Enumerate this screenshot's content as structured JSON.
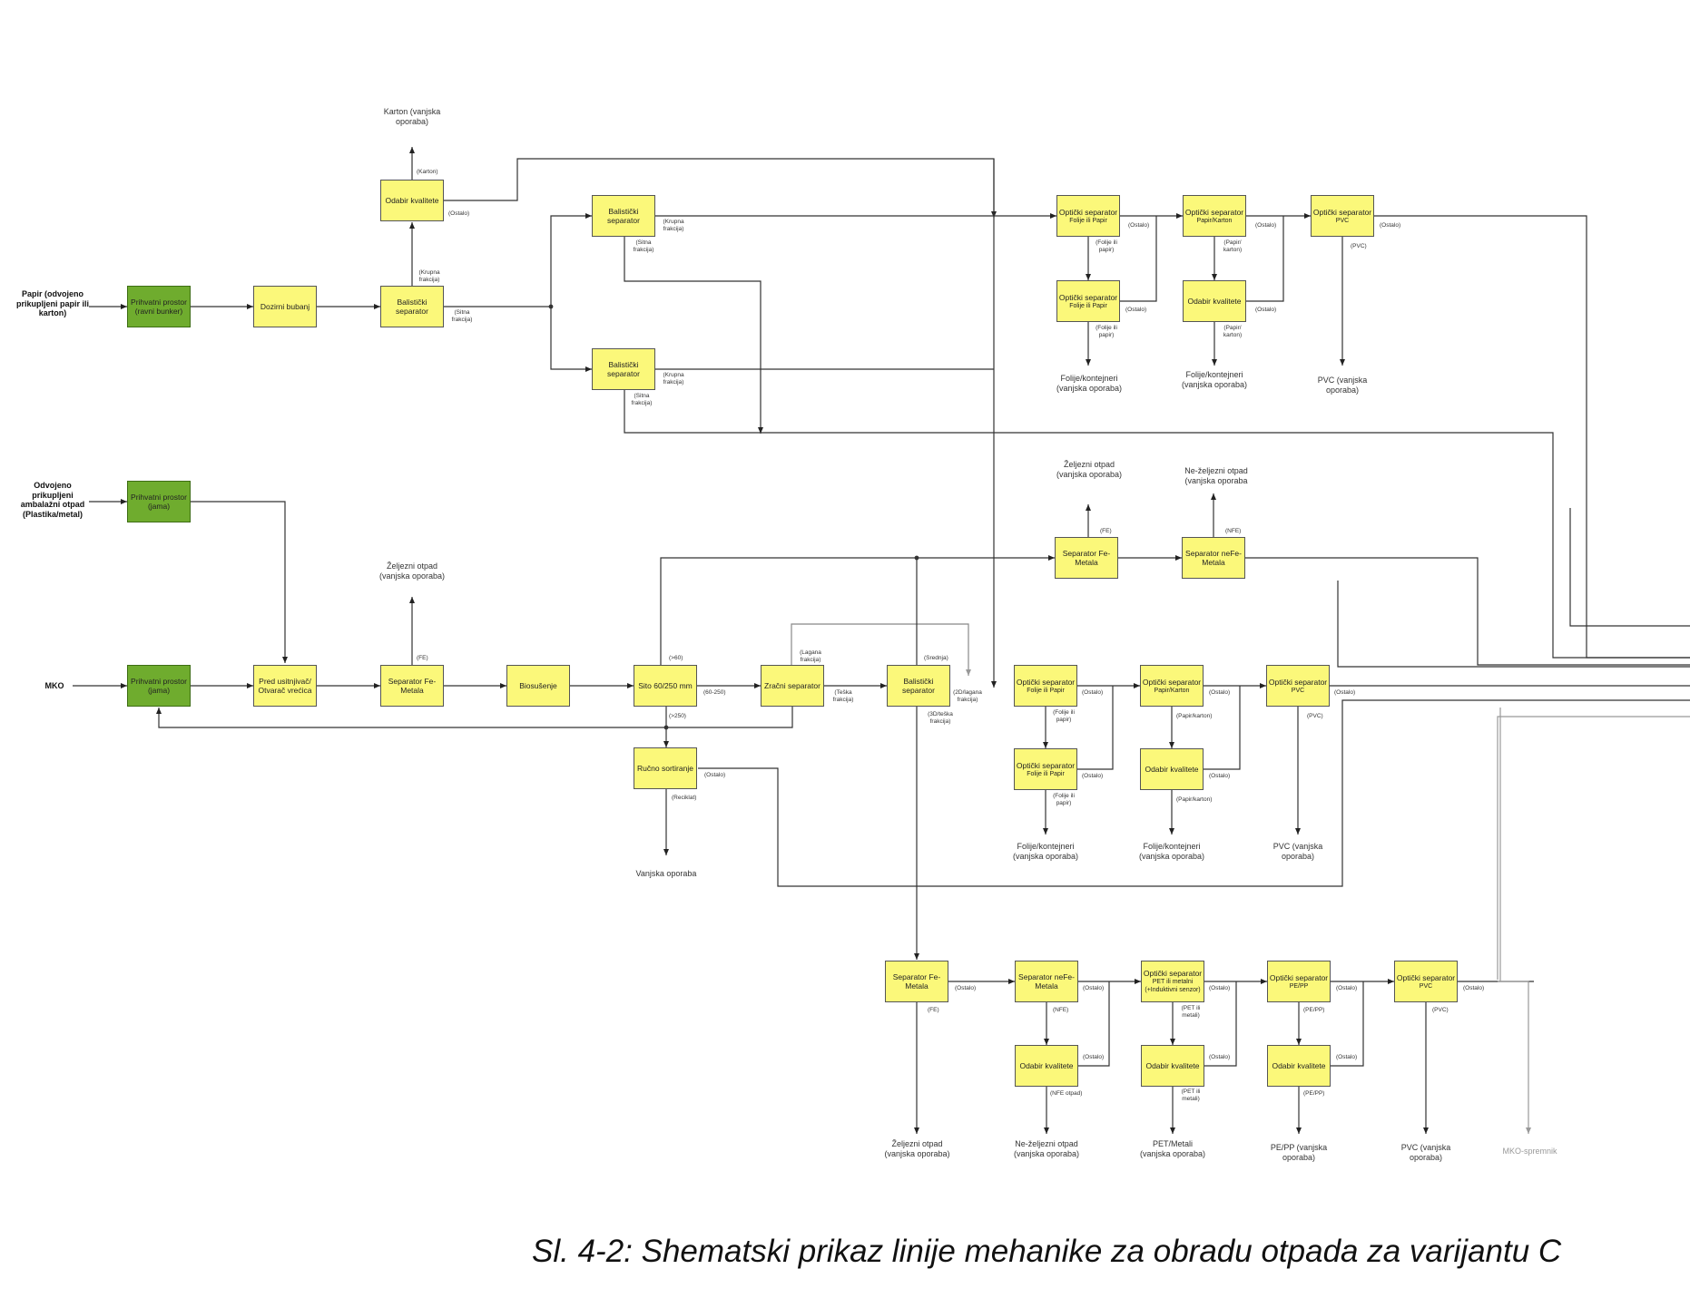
{
  "caption": "Sl. 4-2: Shematski prikaz linije mehanike za obradu otpada za varijantu C",
  "sources": {
    "papir": "Papir (odvojeno prikupljeni papir ili karton)",
    "ambalaza": "Odvojeno prikupljeni ambalažni otpad (Plastika/metal)",
    "mko": "MKO"
  },
  "boxes": {
    "p_prihvat": "Prihvatni prostor (ravni bunker)",
    "p_dozirni": "Dozirni bubanj",
    "p_bal1": "Balistički separator",
    "p_odabir": "Odabir kvalitete",
    "p_bal2": "Balistički separator",
    "p_bal3": "Balistički separator",
    "p_opt1_t": "Optički separator",
    "p_opt1_s": "Folije ili Papir",
    "p_opt2_t": "Optički separator",
    "p_opt2_s": "Folije ili Papir",
    "p_opt3_t": "Optički separator",
    "p_opt3_s": "Papir/Karton",
    "p_odab2": "Odabir kvalitete",
    "p_opt4_t": "Optički separator",
    "p_opt4_s": "PVC",
    "a_prihvat": "Prihvatni prostor (jama)",
    "m_prihvat": "Prihvatni prostor (jama)",
    "m_preduz": "Pred usitnjivač/ Otvarač vrećica",
    "m_sepfe": "Separator Fe-Metala",
    "m_biosus": "Biosušenje",
    "m_sito": "Sito 60/250 mm",
    "m_zracni": "Zračni separator",
    "m_bal": "Balistički separator",
    "m_rucno": "Ručno sortiranje",
    "m_sepfe2": "Separator Fe-Metala",
    "m_sepnfe2": "Separator neFe-Metala",
    "m_opt1_t": "Optički separator",
    "m_opt1_s": "Folije ili Papir",
    "m_opt2_t": "Optički separator",
    "m_opt2_s": "Folije ili Papir",
    "m_opt3_t": "Optički separator",
    "m_opt3_s": "Papir/Karton",
    "m_odab": "Odabir kvalitete",
    "m_opt4_t": "Optički separator",
    "m_opt4_s": "PVC",
    "b_sepfe": "Separator Fe-Metala",
    "b_sepnfe": "Separator neFe-Metala",
    "b_opt1_t": "Optički separator",
    "b_opt1_s": "PET ili metalni (+Induktivni senzor)",
    "b_opt2_t": "Optički separator",
    "b_opt2_s": "PE/PP",
    "b_opt3_t": "Optički separator",
    "b_opt3_s": "PVC",
    "b_odab1": "Odabir kvalitete",
    "b_odab2": "Odabir kvalitete",
    "b_odab3": "Odabir kvalitete"
  },
  "outputs": {
    "karton": "Karton (vanjska oporaba)",
    "p_folije1": "Folije/kontejneri (vanjska oporaba)",
    "p_folije2": "Folije/kontejneri (vanjska oporaba)",
    "p_pvc": "PVC (vanjska oporaba)",
    "zeljezni_top": "Željezni otpad (vanjska oporaba)",
    "nezeljezni_top": "Ne-željezni otpad (vanjska oporaba",
    "zeljezni_mko": "Željezni otpad (vanjska oporaba)",
    "vanjska": "Vanjska oporaba",
    "m_folije1": "Folije/kontejneri (vanjska oporaba)",
    "m_folije2": "Folije/kontejneri (vanjska oporaba)",
    "m_pvc": "PVC (vanjska oporaba)",
    "b_zeljezni": "Željezni otpad (vanjska oporaba)",
    "b_nezeljezni": "Ne-željezni otpad (vanjska oporaba)",
    "b_pet": "PET/Metali (vanjska oporaba)",
    "b_pepp": "PE/PP (vanjska oporaba)",
    "b_pvc": "PVC (vanjska oporaba)",
    "b_spremnik": "MKO-spremnik"
  },
  "labels": {
    "karton": "(Karton)",
    "ostalo": "(Ostalo)",
    "krupna": "(Krupna frakcija)",
    "sitna": "(Sitna frakcija)",
    "folije_papir": "(Folije ili papir)",
    "papir_karton": "(Papir/ karton)",
    "pvc": "(PVC)",
    "fe": "(FE)",
    "nfe": "(NFE)",
    "gt60": "(>60)",
    "r60_250": "(60-250)",
    "gt250": "(>250)",
    "lagana": "(Lagana frakcija)",
    "teska": "(Teška frakcija)",
    "srednja": "(Srednja)",
    "d2_lagana": "(2D/lagana frakcija)",
    "d3_teska": "(3D/teška frakcija)",
    "reciklat": "(Reciklat)",
    "papir_karton2": "(Papir/karton)",
    "pet_metal": "(PET ili metali)",
    "nfe_otpad": "(NFE otpad)",
    "pepp": "(PE/PP)",
    "folije_papir2": "(Folije ili papir)"
  }
}
